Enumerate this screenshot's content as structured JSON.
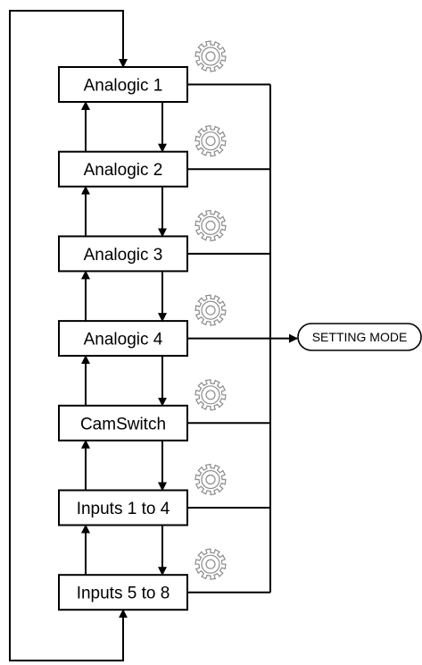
{
  "nodes": [
    {
      "id": "analogic-1",
      "label": "Analogic 1"
    },
    {
      "id": "analogic-2",
      "label": "Analogic 2"
    },
    {
      "id": "analogic-3",
      "label": "Analogic 3"
    },
    {
      "id": "analogic-4",
      "label": "Analogic 4"
    },
    {
      "id": "camswitch",
      "label": "CamSwitch"
    },
    {
      "id": "inputs-1-4",
      "label": "Inputs 1 to 4"
    },
    {
      "id": "inputs-5-8",
      "label": "Inputs 5 to 8"
    }
  ],
  "terminal": {
    "label": "SETTING MODE"
  },
  "icons": {
    "settings": "gear-icon"
  },
  "colors": {
    "line": "#000000",
    "gear": "#8c8c8c",
    "background": "#ffffff"
  }
}
